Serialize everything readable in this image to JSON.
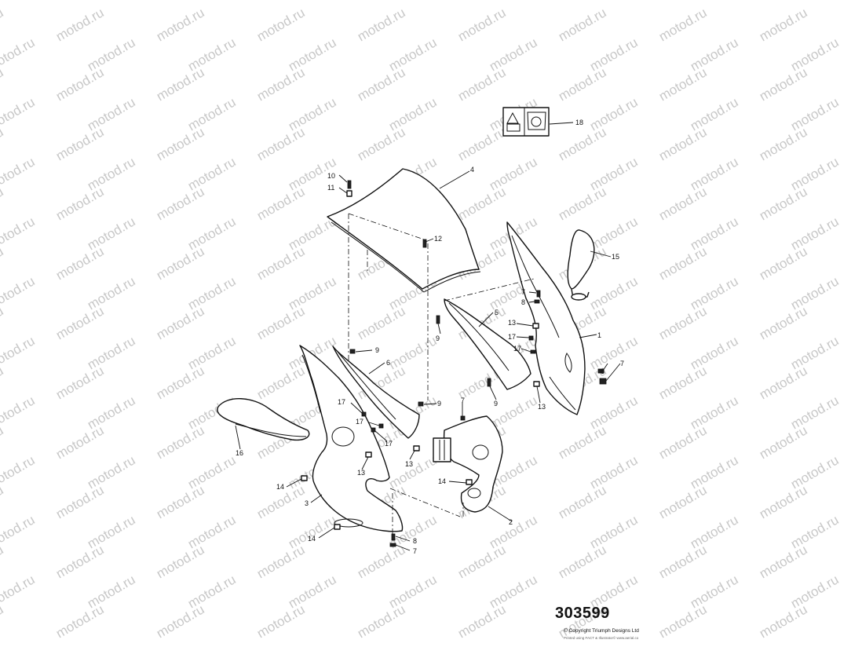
{
  "watermark": "motod.ru",
  "reference_number": "303599",
  "copyright": "© Copyright Triumph Designs Ltd",
  "print_note": "Printed using FACT & Illustrator© www.aerial.co",
  "callouts": {
    "c1": "1",
    "c2": "2",
    "c3": "3",
    "c4": "4",
    "c5": "5",
    "c6": "6",
    "c7a": "7",
    "c7b": "7",
    "c7c": "7",
    "c7d": "7",
    "c8a": "8",
    "c8b": "8",
    "c8c": "8",
    "c9a": "9",
    "c9b": "9",
    "c9c": "9",
    "c9d": "9",
    "c10": "10",
    "c11": "11",
    "c12": "12",
    "c13a": "13",
    "c13b": "13",
    "c13c": "13",
    "c13d": "13",
    "c14a": "14",
    "c14b": "14",
    "c14c": "14",
    "c15": "15",
    "c16": "16",
    "c17a": "17",
    "c17b": "17",
    "c17c": "17",
    "c17d": "17",
    "c18": "18"
  }
}
